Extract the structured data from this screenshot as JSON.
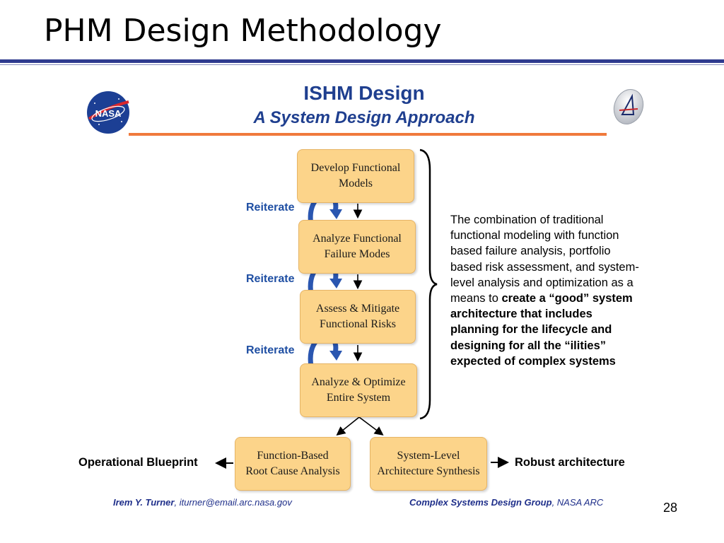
{
  "slide": {
    "title": "PHM Design Methodology",
    "page_number": "28"
  },
  "header": {
    "title": "ISHM Design",
    "subtitle": "A System Design Approach",
    "logo_text": "NASA",
    "accent_color": "#f07a3c",
    "title_color": "#1f3f8f"
  },
  "steps": [
    {
      "line1": "Develop Functional",
      "line2": "Models"
    },
    {
      "line1": "Analyze Functional",
      "line2": "Failure Modes"
    },
    {
      "line1": "Assess & Mitigate",
      "line2": "Functional Risks"
    },
    {
      "line1": "Analyze & Optimize",
      "line2": "Entire System"
    }
  ],
  "reiterate_label": "Reiterate",
  "description": {
    "plain": "The combination of traditional functional modeling with function based failure analysis, portfolio based risk assessment, and system-level analysis and optimization as a means to ",
    "bold": "create a “good” system architecture that includes planning for the lifecycle and designing for all the “ilities” expected of complex systems"
  },
  "outputs": {
    "left_box": {
      "line1": "Function-Based",
      "line2": "Root Cause Analysis"
    },
    "right_box": {
      "line1": "System-Level",
      "line2": "Architecture Synthesis"
    },
    "left_label": "Operational Blueprint",
    "right_label": "Robust architecture"
  },
  "footer": {
    "author": "Irem Y. Turner",
    "email": ", iturner@email.arc.nasa.gov",
    "group": "Complex Systems Design Group",
    "org": ", NASA ARC"
  },
  "colors": {
    "box_fill": "#fcd48a",
    "rule": "#2f3b8f",
    "loop_arrow": "#2a56b0"
  }
}
